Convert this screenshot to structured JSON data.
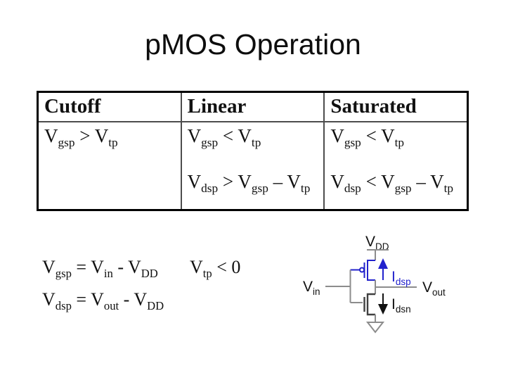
{
  "title": "pMOS Operation",
  "table": {
    "headers": [
      "Cutoff",
      "Linear",
      "Saturated"
    ],
    "cells": [
      {
        "line1": [
          [
            "V",
            "gsp"
          ],
          [
            " > ",
            ""
          ],
          [
            "V",
            "tp"
          ]
        ],
        "line2": []
      },
      {
        "line1": [
          [
            "V",
            "gsp"
          ],
          [
            " < ",
            ""
          ],
          [
            "V",
            "tp"
          ]
        ],
        "line2": [
          [
            "V",
            "dsp"
          ],
          [
            " > ",
            ""
          ],
          [
            "V",
            "gsp"
          ],
          [
            " – ",
            ""
          ],
          [
            "V",
            "tp"
          ]
        ]
      },
      {
        "line1": [
          [
            "V",
            "gsp"
          ],
          [
            " < ",
            ""
          ],
          [
            "V",
            "tp"
          ]
        ],
        "line2": [
          [
            "V",
            "dsp"
          ],
          [
            " < ",
            ""
          ],
          [
            "V",
            "gsp"
          ],
          [
            " – ",
            ""
          ],
          [
            "V",
            "tp"
          ]
        ]
      }
    ]
  },
  "equations": {
    "vgsp": [
      [
        "V",
        "gsp"
      ],
      [
        " = ",
        ""
      ],
      [
        "V",
        "in"
      ],
      [
        " - ",
        ""
      ],
      [
        "V",
        "DD"
      ]
    ],
    "vtp": [
      [
        "V",
        "tp"
      ],
      [
        " < 0",
        ""
      ]
    ],
    "vdsp": [
      [
        "V",
        "dsp"
      ],
      [
        " = ",
        ""
      ],
      [
        "V",
        "out"
      ],
      [
        " - ",
        ""
      ],
      [
        "V",
        "DD"
      ]
    ]
  },
  "circuit": {
    "labels": {
      "vdd": {
        "base": "V",
        "sub": "DD"
      },
      "vin": {
        "base": "V",
        "sub": "in"
      },
      "vout": {
        "base": "V",
        "sub": "out"
      },
      "idsp": {
        "base": "I",
        "sub": "dsp"
      },
      "idsn": {
        "base": "I",
        "sub": "dsn"
      }
    },
    "colors": {
      "pmos_blue": "#2121cc",
      "wire_gray": "#8c8c8c",
      "device_dark": "#404040",
      "text_black": "#111111"
    }
  }
}
